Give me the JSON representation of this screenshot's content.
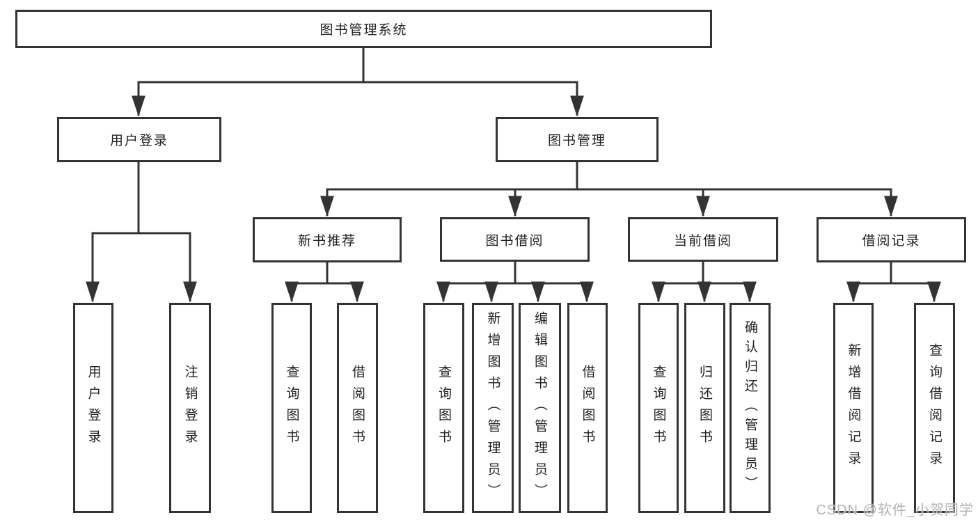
{
  "diagram": {
    "root": {
      "label": "图书管理系统"
    },
    "level2": {
      "user_login": {
        "label": "用户登录"
      },
      "book_mgmt": {
        "label": "图书管理"
      }
    },
    "level3": {
      "new_book": {
        "label": "新书推荐"
      },
      "book_borrow": {
        "label": "图书借阅"
      },
      "current_borrow": {
        "label": "当前借阅"
      },
      "borrow_records": {
        "label": "借阅记录"
      }
    },
    "leaves": {
      "user_login_leaf": {
        "label": "用户登录"
      },
      "logout": {
        "label": "注销登录"
      },
      "nb_query": {
        "label": "查询图书"
      },
      "nb_borrow": {
        "label": "借阅图书"
      },
      "bb_query": {
        "label": "查询图书"
      },
      "bb_add": {
        "label": "新增图书（管理员）"
      },
      "bb_edit": {
        "label": "编辑图书（管理员）"
      },
      "bb_borrow": {
        "label": "借阅图书"
      },
      "cb_query": {
        "label": "查询图书"
      },
      "cb_return": {
        "label": "归还图书"
      },
      "cb_confirm": {
        "label": "确认归还（管理员）"
      },
      "br_add": {
        "label": "新增借阅记录"
      },
      "br_query": {
        "label": "查询借阅记录"
      }
    }
  },
  "watermark": {
    "text": "CSDN @软件_小贺同学"
  },
  "colors": {
    "line": "#333333",
    "text": "#222222",
    "watermark": "#b3b3b3",
    "background": "#ffffff"
  }
}
